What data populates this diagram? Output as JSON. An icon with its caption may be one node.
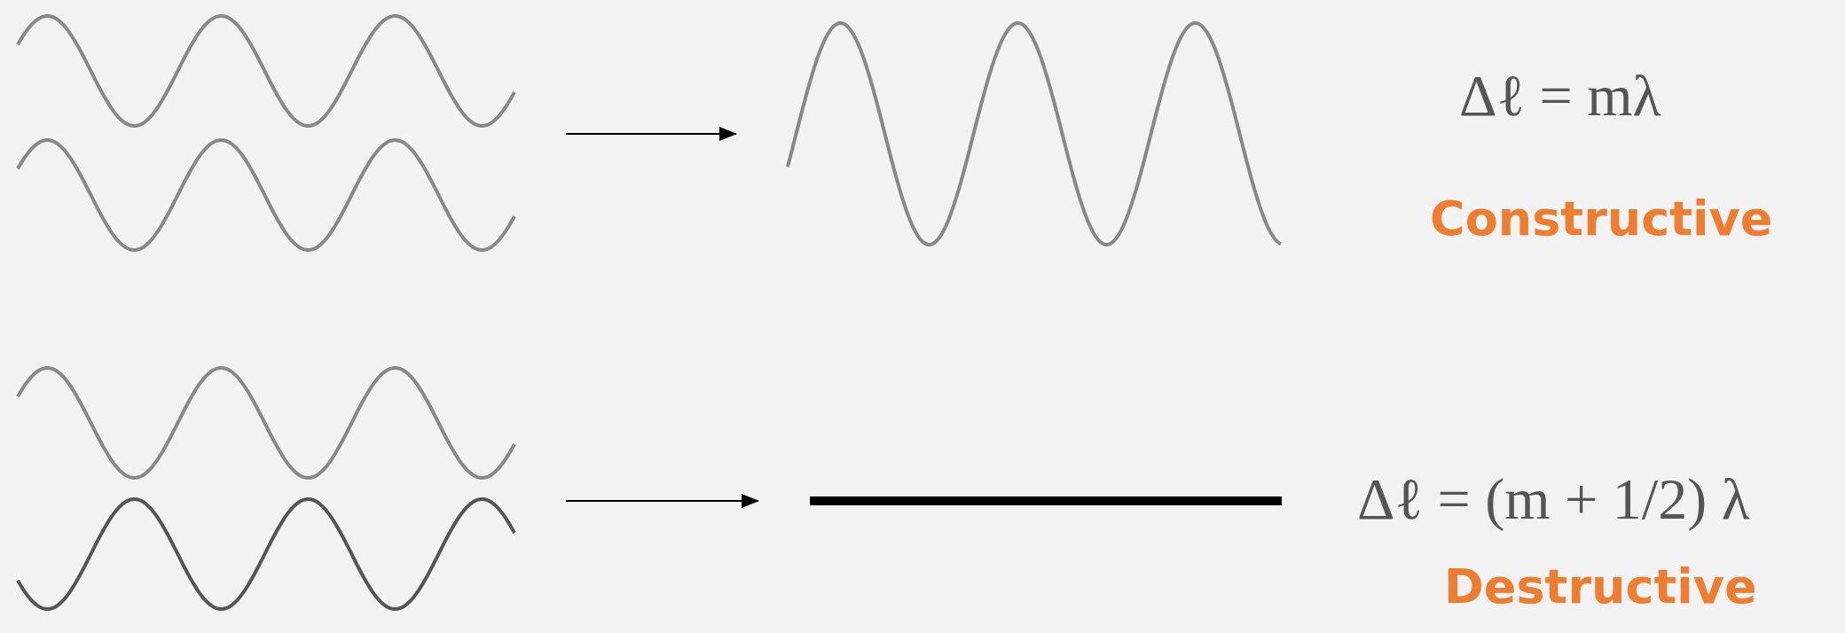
{
  "diagram": {
    "nodes": [
      {
        "text": [],
        "shape": "wave"
      },
      {
        "text": [],
        "shape": "wave"
      },
      {
        "text": [],
        "shape": "wave"
      },
      {
        "text": [],
        "shape": "bar"
      }
    ],
    "edges": [
      {
        "from": 0,
        "to": 1,
        "arrow": "to"
      },
      {
        "from": 2,
        "to": 3,
        "arrow": "to"
      }
    ],
    "labels": [
      "Δℓ = mλ",
      "Constructive",
      "Δℓ = (m + 1/2) λ",
      "Destructive"
    ]
  }
}
